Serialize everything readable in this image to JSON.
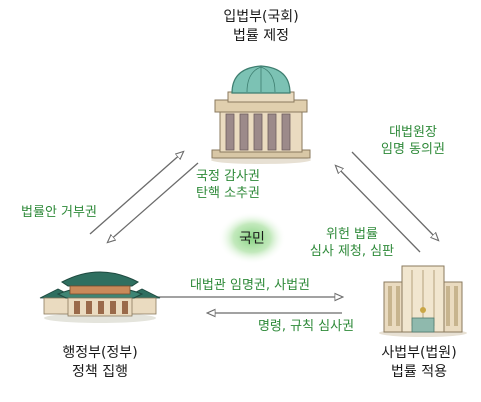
{
  "legislative": {
    "name": "입법부(국회)",
    "role": "법률 제정"
  },
  "executive": {
    "name": "행정부(정부)",
    "role": "정책 집행"
  },
  "judicial": {
    "name": "사법부(법원)",
    "role": "법률 적용"
  },
  "center": {
    "label": "국민"
  },
  "relations": {
    "leg_to_exec": {
      "line1": "국정 감사권",
      "line2": "탄핵 소추권"
    },
    "exec_to_leg": {
      "line1": "법률안 거부권"
    },
    "leg_to_jud": {
      "line1": "대법원장",
      "line2": "임명 동의권"
    },
    "jud_to_leg": {
      "line1": "위헌 법률",
      "line2": "심사 제청, 심판"
    },
    "exec_to_jud": {
      "line1": "대법관 임명권, 사법권"
    },
    "jud_to_exec": {
      "line1": "명령, 규칙 심사권"
    }
  },
  "colors": {
    "relation_text": "#2f8a3a",
    "center_glow": "#7fd07a",
    "arrow": "#6b6b6b",
    "dome": "#7cc2b4",
    "building": "#eadbc0",
    "roof": "#2f6f60"
  }
}
